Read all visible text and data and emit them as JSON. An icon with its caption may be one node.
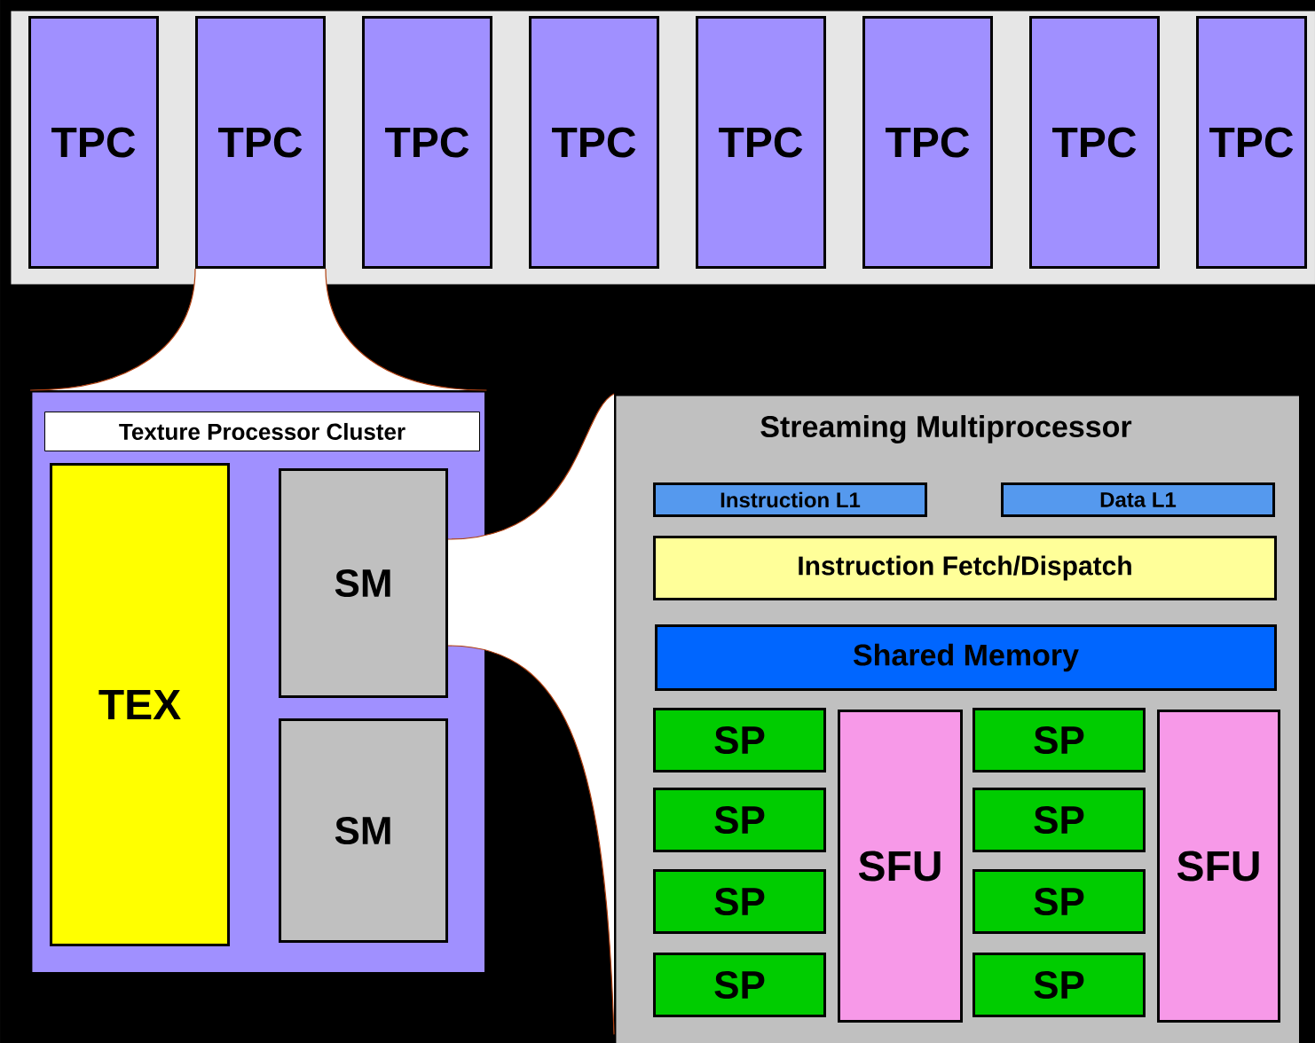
{
  "diagram": {
    "nodes": [
      {
        "text": [],
        "shape": "box"
      },
      {
        "text": [
          "TPC"
        ],
        "in": 0
      },
      {
        "text": [
          "TPC"
        ],
        "in": 0
      },
      {
        "text": [
          "TPC"
        ],
        "in": 0
      },
      {
        "text": [
          "TPC"
        ],
        "in": 0
      },
      {
        "text": [
          "TPC"
        ],
        "in": 0
      },
      {
        "text": [
          "TPC"
        ],
        "in": 0
      },
      {
        "text": [
          "TPC"
        ],
        "in": 0
      },
      {
        "text": [
          "TPC"
        ],
        "in": 0
      },
      {
        "text": [
          "Texture Processor Cluster"
        ]
      },
      {
        "text": [
          "TEX"
        ],
        "in": 9
      },
      {
        "text": [
          "SM"
        ],
        "in": 9
      },
      {
        "text": [
          "SM"
        ],
        "in": 9
      },
      {
        "text": [
          "Streaming Multiprocessor"
        ]
      },
      {
        "text": [
          "Instruction L1"
        ],
        "in": 13
      },
      {
        "text": [
          "Data L1"
        ],
        "in": 13
      },
      {
        "text": [
          "Instruction Fetch/Dispatch"
        ],
        "in": 13
      },
      {
        "text": [
          "Shared Memory"
        ],
        "in": 13
      },
      {
        "text": [
          "SP"
        ],
        "in": 13
      },
      {
        "text": [
          "SP"
        ],
        "in": 13
      },
      {
        "text": [
          "SP"
        ],
        "in": 13
      },
      {
        "text": [
          "SP"
        ],
        "in": 13
      },
      {
        "text": [
          "SFU"
        ],
        "in": 13
      },
      {
        "text": [
          "SP"
        ],
        "in": 13
      },
      {
        "text": [
          "SP"
        ],
        "in": 13
      },
      {
        "text": [
          "SP"
        ],
        "in": 13
      },
      {
        "text": [
          "SP"
        ],
        "in": 13
      },
      {
        "text": [
          "SFU"
        ],
        "in": 13
      }
    ],
    "edges": [
      {
        "from": 2,
        "to": 9,
        "arrow": "none"
      },
      {
        "from": 11,
        "to": 13,
        "arrow": "none"
      }
    ]
  }
}
